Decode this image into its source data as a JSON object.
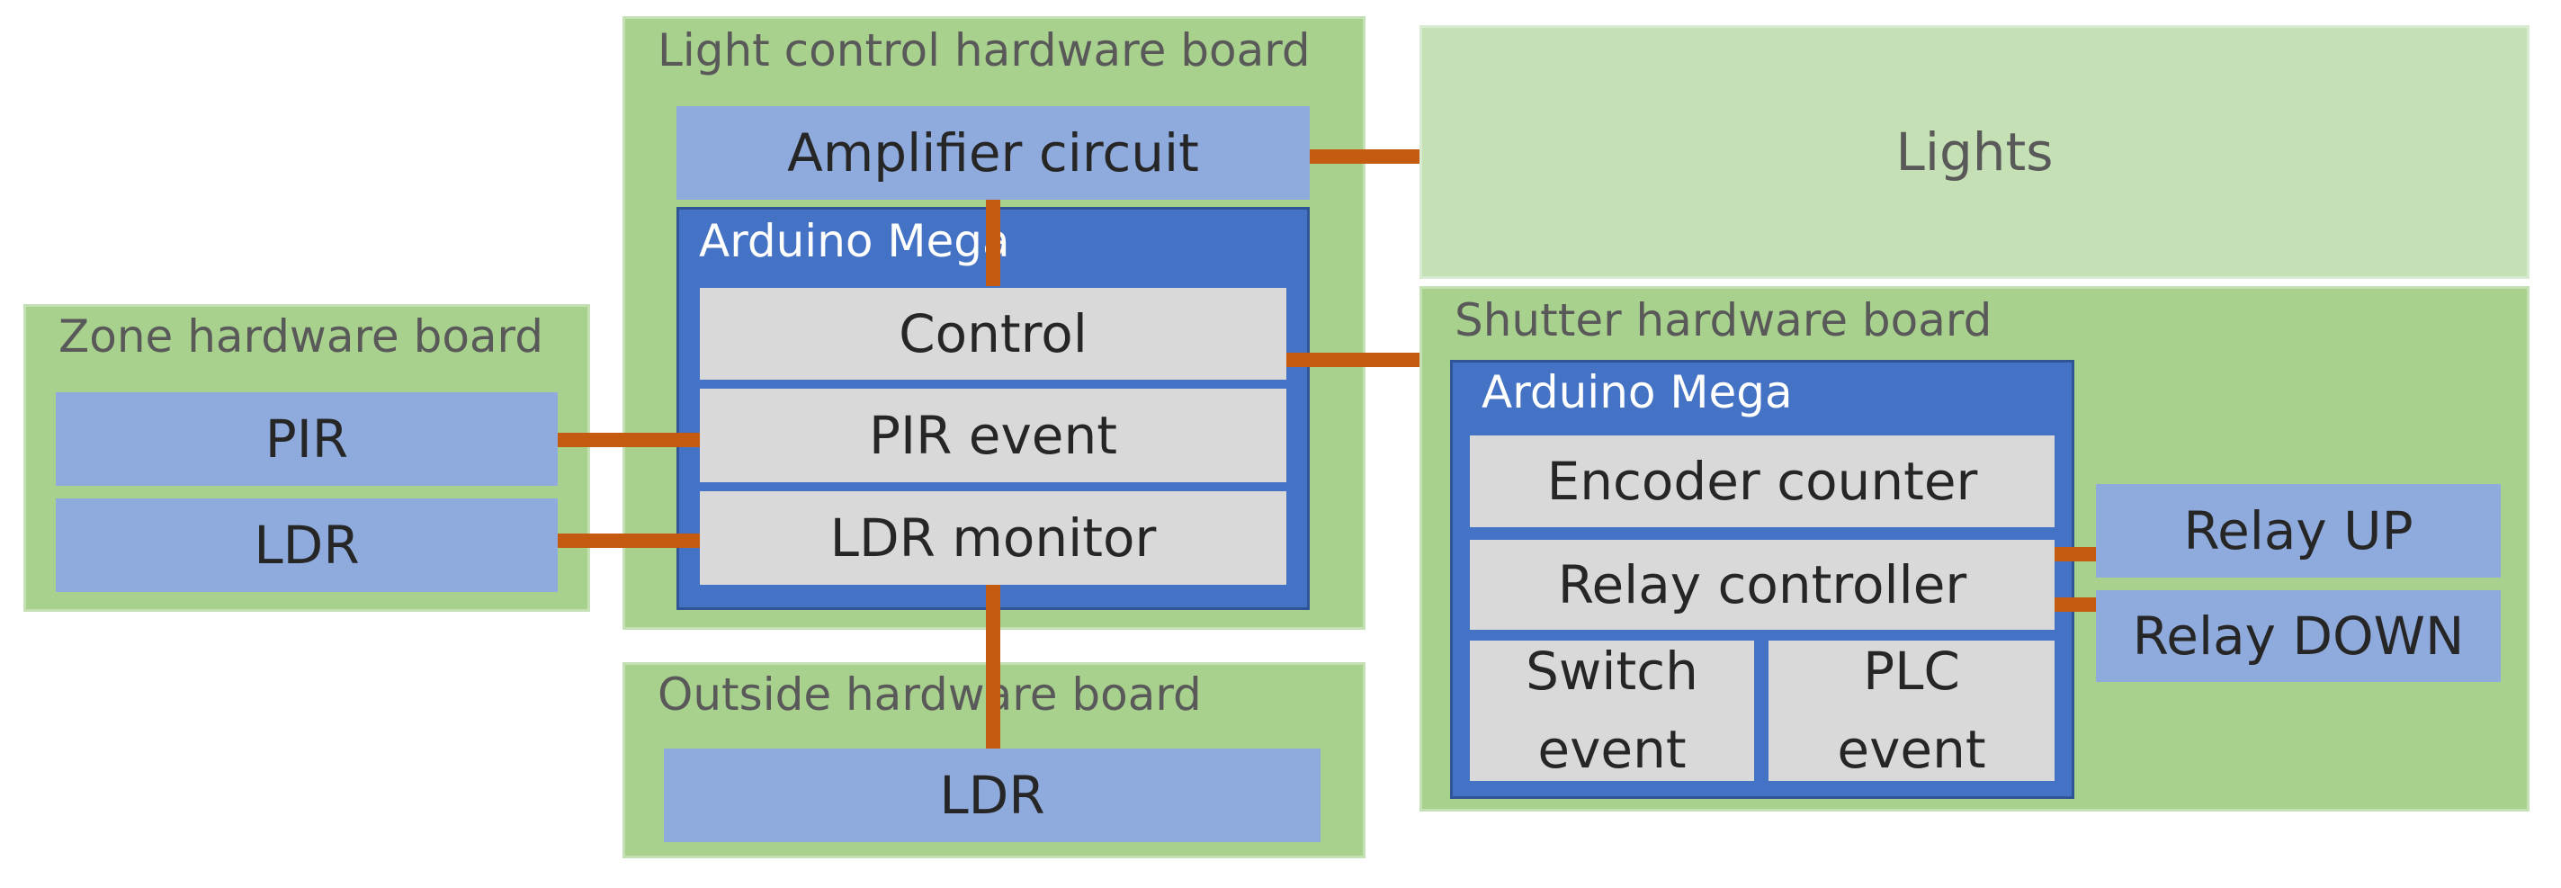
{
  "light_board": {
    "title": "Light control hardware board",
    "amplifier": "Amplifier circuit",
    "mega_title": "Arduino Mega",
    "control": "Control",
    "pir_event": "PIR event",
    "ldr_monitor": "LDR monitor"
  },
  "zone_board": {
    "title": "Zone hardware board",
    "pir": "PIR",
    "ldr": "LDR"
  },
  "outside_board": {
    "title": "Outside hardware board",
    "ldr": "LDR"
  },
  "lights": {
    "label": "Lights"
  },
  "shutter_board": {
    "title": "Shutter hardware board",
    "mega_title": "Arduino Mega",
    "encoder_counter": "Encoder counter",
    "relay_controller": "Relay controller",
    "switch_event": "Switch event",
    "plc_event": "PLC event",
    "relay_up": "Relay UP",
    "relay_down": "Relay DOWN"
  },
  "colors": {
    "board": "#a9d18e",
    "lights": "#c5e0b4",
    "arduino": "#4472c4",
    "module": "#8faadc",
    "function": "#d9d9d9",
    "connector": "#c55a11"
  }
}
